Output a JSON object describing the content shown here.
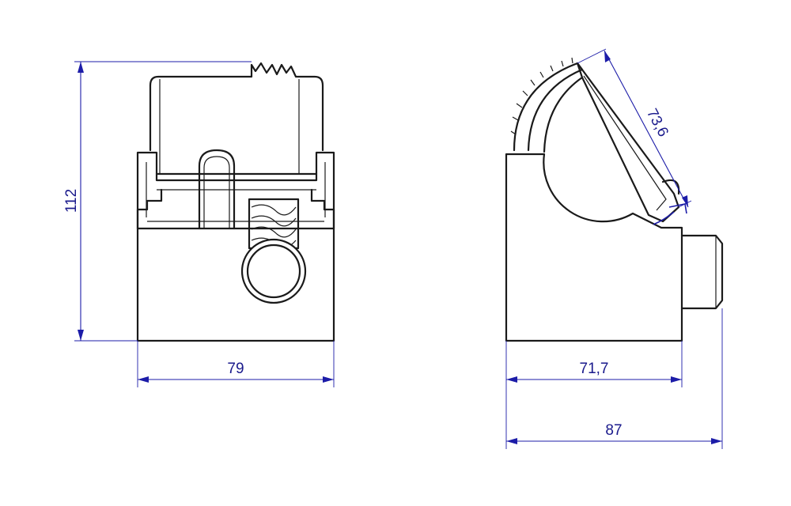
{
  "dimensions": {
    "front_height": "112",
    "front_width": "79",
    "side_base_width": "71,7",
    "side_total_width": "87",
    "side_jaw_length": "73,6"
  },
  "colors": {
    "outline": "#1a1a1a",
    "dimension": "#1c1ca8"
  }
}
